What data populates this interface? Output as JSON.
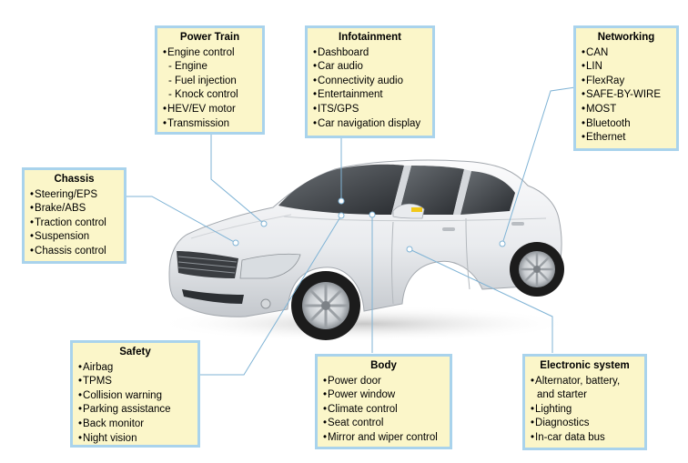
{
  "boxes": {
    "power_train": {
      "title": "Power Train",
      "items": [
        {
          "t": "b",
          "text": "Engine control"
        },
        {
          "t": "s",
          "text": "Engine"
        },
        {
          "t": "s",
          "text": "Fuel injection"
        },
        {
          "t": "s",
          "text": "Knock control"
        },
        {
          "t": "b",
          "text": "HEV/EV motor"
        },
        {
          "t": "b",
          "text": "Transmission"
        }
      ]
    },
    "infotainment": {
      "title": "Infotainment",
      "items": [
        {
          "t": "b",
          "text": "Dashboard"
        },
        {
          "t": "b",
          "text": "Car audio"
        },
        {
          "t": "b",
          "text": "Connectivity audio"
        },
        {
          "t": "b",
          "text": "Entertainment"
        },
        {
          "t": "b",
          "text": "ITS/GPS"
        },
        {
          "t": "b",
          "text": "Car navigation display"
        }
      ]
    },
    "networking": {
      "title": "Networking",
      "items": [
        {
          "t": "b",
          "text": "CAN"
        },
        {
          "t": "b",
          "text": "LIN"
        },
        {
          "t": "b",
          "text": "FlexRay"
        },
        {
          "t": "b",
          "text": "SAFE-BY-WIRE"
        },
        {
          "t": "b",
          "text": "MOST"
        },
        {
          "t": "b",
          "text": "Bluetooth"
        },
        {
          "t": "b",
          "text": "Ethernet"
        }
      ]
    },
    "chassis": {
      "title": "Chassis",
      "items": [
        {
          "t": "b",
          "text": "Steering/EPS"
        },
        {
          "t": "b",
          "text": "Brake/ABS"
        },
        {
          "t": "b",
          "text": "Traction control"
        },
        {
          "t": "b",
          "text": "Suspension"
        },
        {
          "t": "b",
          "text": "Chassis control"
        }
      ]
    },
    "safety": {
      "title": "Safety",
      "items": [
        {
          "t": "b",
          "text": "Airbag"
        },
        {
          "t": "b",
          "text": "TPMS"
        },
        {
          "t": "b",
          "text": "Collision warning"
        },
        {
          "t": "b",
          "text": "Parking assistance"
        },
        {
          "t": "b",
          "text": "Back monitor"
        },
        {
          "t": "b",
          "text": "Night vision"
        }
      ]
    },
    "body": {
      "title": "Body",
      "items": [
        {
          "t": "b",
          "text": "Power door"
        },
        {
          "t": "b",
          "text": "Power window"
        },
        {
          "t": "b",
          "text": "Climate control"
        },
        {
          "t": "b",
          "text": "Seat control"
        },
        {
          "t": "b",
          "text": "Mirror and wiper control"
        }
      ]
    },
    "electronic_system": {
      "title": "Electronic system",
      "items": [
        {
          "t": "b",
          "text": "Alternator, battery,"
        },
        {
          "t": "c",
          "text": "and starter"
        },
        {
          "t": "b",
          "text": "Lighting"
        },
        {
          "t": "b",
          "text": "Diagnostics"
        },
        {
          "t": "b",
          "text": "In-car data bus"
        }
      ]
    }
  },
  "colors": {
    "box_fill": "#fbf6c9",
    "box_border": "#a9d3ec",
    "connector": "#7fb3d5",
    "car_body": "#eef0f2",
    "tire": "#1c1c1c"
  }
}
